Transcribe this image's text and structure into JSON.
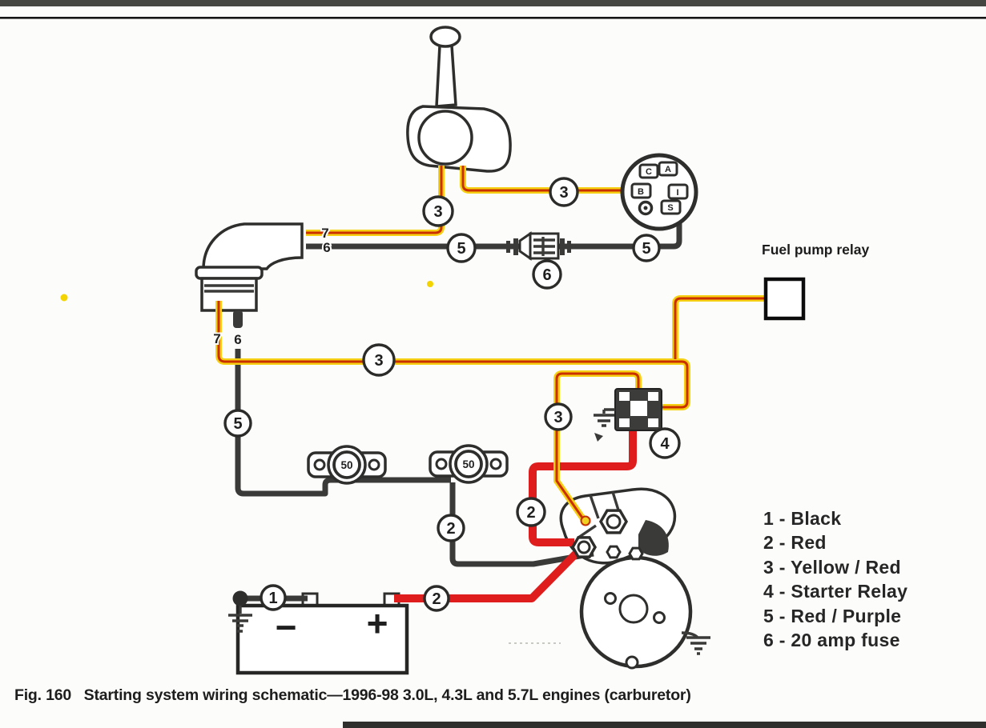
{
  "colors": {
    "wire_yellow": "#f6d013",
    "wire_red": "#e01d1d",
    "wire_red_core": "#c93000",
    "wire_black": "#3a3a38",
    "marker_dot_yellow": "#f4d400"
  },
  "labels": {
    "n1": "1",
    "n2": "2",
    "n3": "3",
    "n4": "4",
    "n5": "5",
    "n6": "6"
  },
  "wire_labels": {
    "seven": "7",
    "six": "6"
  },
  "breaker": {
    "rating": "50"
  },
  "battery": {
    "minus": "−",
    "plus": "+"
  },
  "ignition_switch": {
    "terminals": [
      "C",
      "A",
      "B",
      "I",
      "S"
    ]
  },
  "fuel_pump_relay": {
    "label": "Fuel pump relay"
  },
  "legend": {
    "items": [
      {
        "text": "1 - Black"
      },
      {
        "text": "2 - Red"
      },
      {
        "text": "3 - Yellow / Red"
      },
      {
        "text": "4 - Starter Relay"
      },
      {
        "text": "5 - Red / Purple"
      },
      {
        "text": "6 - 20 amp fuse"
      }
    ]
  },
  "caption": "Fig. 160   Starting system wiring schematic—1996-98 3.0L, 4.3L and 5.7L engines (carburetor)"
}
